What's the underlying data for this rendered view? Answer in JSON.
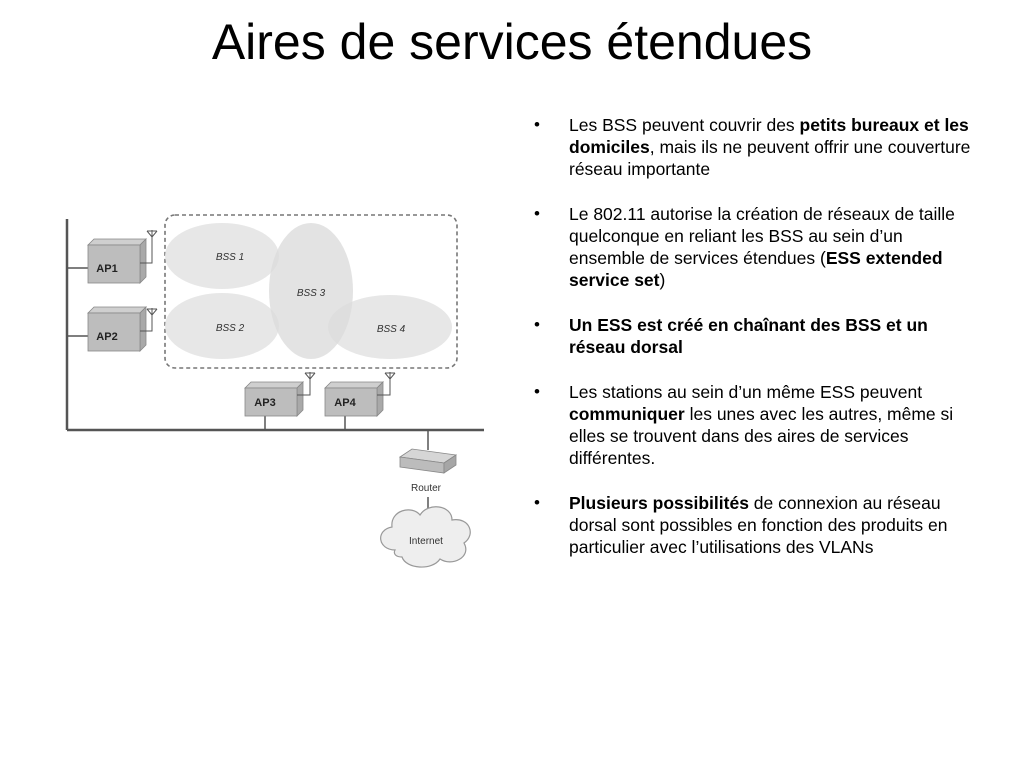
{
  "title": "Aires de services étendues",
  "diagram": {
    "bss1": "BSS 1",
    "bss2": "BSS 2",
    "bss3": "BSS 3",
    "bss4": "BSS 4",
    "ap1": "AP1",
    "ap2": "AP2",
    "ap3": "AP3",
    "ap4": "AP4",
    "router": "Router",
    "internet": "Internet"
  },
  "bullets": [
    {
      "parts": [
        {
          "text": "Les BSS peuvent couvrir des ",
          "bold": false
        },
        {
          "text": "petits bureaux et les domiciles",
          "bold": true
        },
        {
          "text": ", mais ils ne peuvent offrir une couverture réseau importante",
          "bold": false
        }
      ]
    },
    {
      "parts": [
        {
          "text": "Le 802.11 autorise la création de réseaux de taille quelconque en reliant les BSS au sein d’un ensemble de services étendues (",
          "bold": false
        },
        {
          "text": "ESS extended service set",
          "bold": true
        },
        {
          "text": ")",
          "bold": false
        }
      ]
    },
    {
      "parts": [
        {
          "text": "Un ESS est créé en chaînant des BSS et un réseau dorsal",
          "bold": true
        }
      ]
    },
    {
      "parts": [
        {
          "text": "Les stations au sein d’un même ESS peuvent ",
          "bold": false
        },
        {
          "text": "communiquer",
          "bold": true
        },
        {
          "text": " les unes avec les autres, même si elles se trouvent dans des aires de services différentes.",
          "bold": false
        }
      ]
    },
    {
      "parts": [
        {
          "text": "Plusieurs possibilités",
          "bold": true
        },
        {
          "text": " de connexion au réseau dorsal sont possibles en fonction des produits en particulier avec l’utilisations des VLANs",
          "bold": false
        }
      ]
    }
  ]
}
